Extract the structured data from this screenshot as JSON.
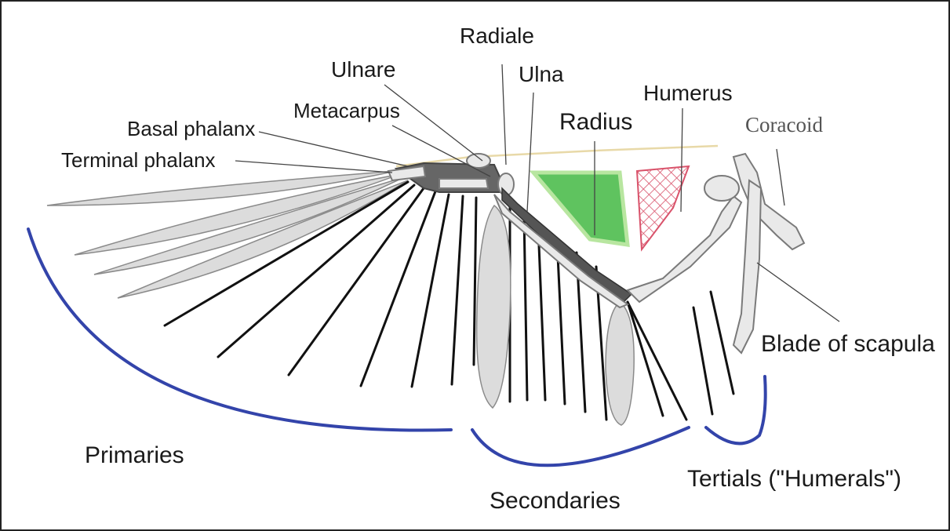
{
  "labels": {
    "radiale": "Radiale",
    "ulnare": "Ulnare",
    "ulna": "Ulna",
    "humerus": "Humerus",
    "metacarpus": "Metacarpus",
    "radius": "Radius",
    "coracoid": "Coracoid",
    "basal_phalanx": "Basal phalanx",
    "terminal_phalanx": "Terminal phalanx",
    "blade_of_scapula": "Blade of scapula",
    "primaries": "Primaries",
    "secondaries": "Secondaries",
    "tertials": "Tertials (\"Humerals\")"
  },
  "colors": {
    "radius_fill": "#5fc35f",
    "humerus_hatch": "#d9536b",
    "bracket": "#3344aa",
    "outline_line": "#e8d9a8"
  }
}
